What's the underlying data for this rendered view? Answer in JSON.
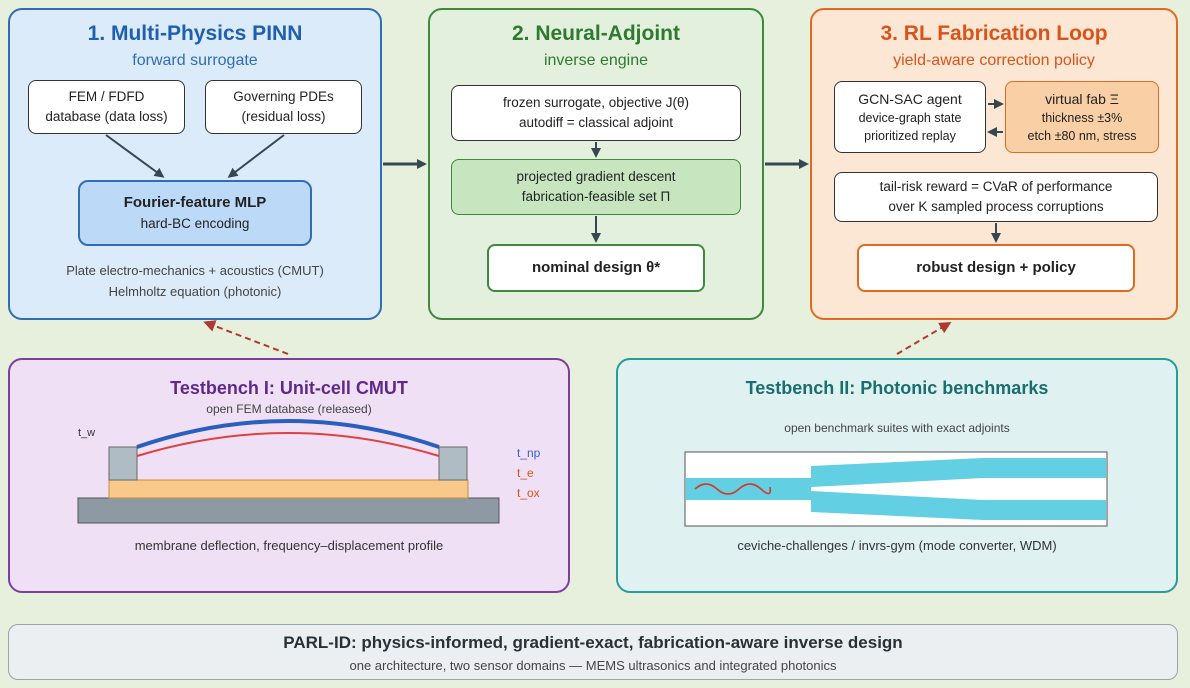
{
  "panel1": {
    "title": "1. Multi-Physics PINN",
    "subtitle": "forward surrogate",
    "box_fem": {
      "line1": "FEM / FDFD",
      "line2": "database (data loss)"
    },
    "box_pde": {
      "line1": "Governing PDEs",
      "line2": "(residual loss)"
    },
    "box_mlp": {
      "line1": "Fourier-feature MLP",
      "line2": "hard-BC encoding"
    },
    "note1": "Plate electro-mechanics + acoustics (CMUT)",
    "note2": "Helmholtz equation (photonic)"
  },
  "panel2": {
    "title": "2. Neural-Adjoint",
    "subtitle": "inverse engine",
    "box_frozen": {
      "line1": "frozen surrogate, objective J(θ)",
      "line2": "autodiff = classical adjoint"
    },
    "box_pgd": {
      "line1": "projected gradient descent",
      "line2": "fabrication-feasible set Π"
    },
    "box_nominal": "nominal design θ*"
  },
  "panel3": {
    "title": "3. RL Fabrication Loop",
    "subtitle": "yield-aware correction policy",
    "box_agent": {
      "line1": "GCN-SAC agent",
      "line2": "device-graph state",
      "line3": "prioritized replay"
    },
    "box_fab": {
      "line1": "virtual fab Ξ",
      "line2": "thickness ±3%",
      "line3": "etch ±80 nm, stress"
    },
    "box_reward": {
      "line1": "tail-risk reward = CVaR of performance",
      "line2": "over K sampled process corruptions"
    },
    "box_robust": "robust design + policy"
  },
  "testbench1": {
    "title": "Testbench I: Unit-cell CMUT",
    "subtitle": "open FEM database (released)",
    "label_tw": "t_w",
    "label_tnp": "t_np",
    "label_te": "t_e",
    "label_tox": "t_ox",
    "caption": "membrane deflection, frequency–displacement profile"
  },
  "testbench2": {
    "title": "Testbench II: Photonic benchmarks",
    "subtitle": "open benchmark suites with exact adjoints",
    "caption": "ceviche-challenges / invrs-gym (mode converter, WDM)"
  },
  "footer": {
    "title": "PARL-ID: physics-informed, gradient-exact, fabrication-aware inverse design",
    "subtitle": "one architecture, two sensor domains — MEMS ultrasonics and integrated photonics"
  },
  "colors": {
    "panel1_border": "#2f6db5",
    "panel1_title": "#1f5fb0",
    "panel2_border": "#3d8a3d",
    "panel2_title": "#2e7a2e",
    "panel3_border": "#e06a20",
    "panel3_title": "#d9541a",
    "tb1_border": "#7b3f9e",
    "tb1_title": "#5e2a8a",
    "tb2_border": "#2a9a9a",
    "tb2_title": "#1a6e6e",
    "arrow": "#37474f",
    "dashed_arrow": "#b03a2e"
  }
}
